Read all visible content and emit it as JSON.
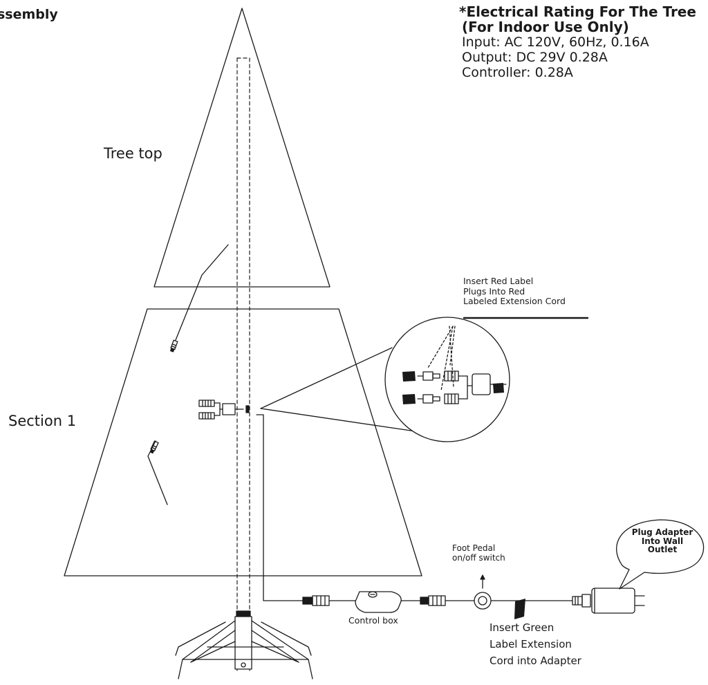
{
  "header": {
    "heading": "ssembly"
  },
  "rating": {
    "line1": "*Electrical Rating For The Tree",
    "line2": "(For Indoor Use Only)",
    "line3": "Input: AC 120V, 60Hz, 0.16A",
    "line4": "Output: DC 29V 0.28A",
    "line5": "Controller: 0.28A"
  },
  "labels": {
    "tree_top": "Tree top",
    "section_1": "Section 1",
    "insert_red": [
      "Insert Red Label",
      "Plugs Into Red",
      "Labeled Extension Cord"
    ],
    "foot_pedal": [
      "Foot Pedal",
      "on/off switch"
    ],
    "control_box": "Control box",
    "insert_green": [
      "Insert Green",
      "Label Extension",
      "Cord into Adapter"
    ],
    "plug_adapter": [
      "Plug Adapter",
      "Into Wall",
      "Outlet"
    ]
  },
  "colors": {
    "line": "#1a1a1a",
    "background": "#ffffff"
  }
}
